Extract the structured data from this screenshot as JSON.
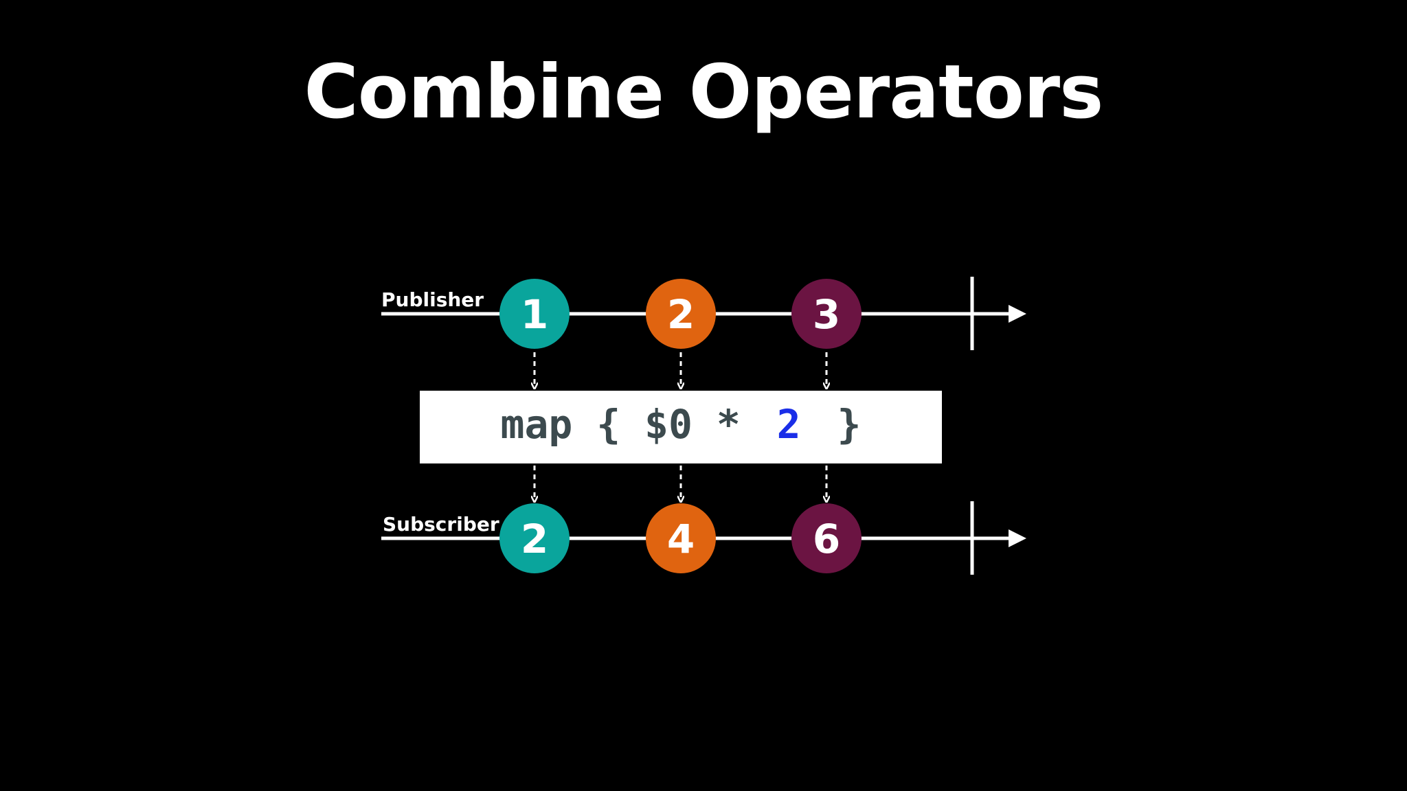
{
  "slide": {
    "title": "Combine Operators"
  },
  "lanes": {
    "publisher": {
      "label": "Publisher",
      "values": [
        "1",
        "2",
        "3"
      ]
    },
    "subscriber": {
      "label": "Subscriber",
      "values": [
        "2",
        "4",
        "6"
      ]
    }
  },
  "operator": {
    "code_prefix": "map { $0 *",
    "code_highlight": "2",
    "code_suffix": "}"
  },
  "colors": {
    "background": "#000000",
    "line": "#ffffff",
    "marble_1": "#0aa59c",
    "marble_2": "#e06410",
    "marble_3": "#6b1442",
    "operator_box": "#ffffff",
    "operator_text": "#3c4a4e",
    "operator_highlight": "#1a2ee8"
  }
}
